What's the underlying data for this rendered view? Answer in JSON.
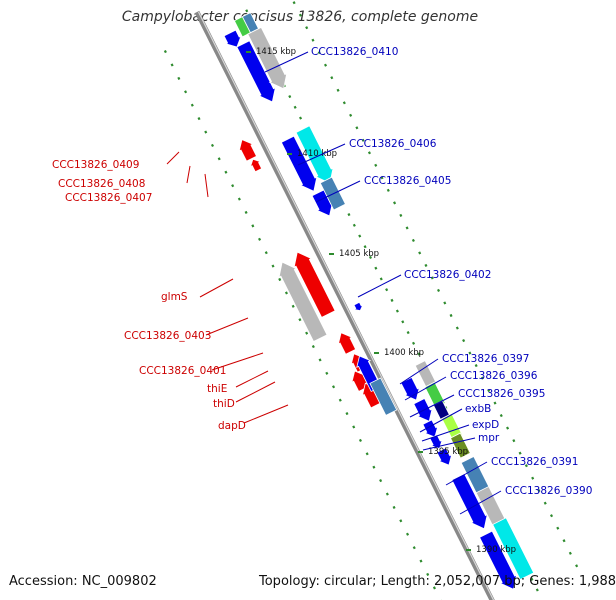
{
  "title": "Campylobacter concisus 13826, complete genome",
  "footer": {
    "accession": "Accession: NC_009802",
    "summary": "Topology: circular; Length: 2,052,007 bp; Genes: 1,988"
  },
  "ruler": [
    "1415 kbp",
    "1410 kbp",
    "1405 kbp",
    "1400 kbp",
    "1395 kbp",
    "1390 kbp"
  ],
  "labels_left": [
    "CCC13826_0409",
    "CCC13826_0408",
    "CCC13826_0407",
    "glmS",
    "CCC13826_0403",
    "CCC13826_0401",
    "thiE",
    "thiD",
    "dapD"
  ],
  "labels_right": [
    "CCC13826_0410",
    "CCC13826_0406",
    "CCC13826_0405",
    "CCC13826_0402",
    "CCC13826_0397",
    "CCC13826_0396",
    "CCC13826_0395",
    "exbB",
    "expD",
    "mpr",
    "CCC13826_0391",
    "CCC13826_0390"
  ],
  "colors": {
    "backbone": "#888888",
    "tick": "#2e8b2e",
    "forward": "#0000ee",
    "reverse": "#ee0000",
    "label_left": "#cc0000",
    "label_right": "#0000bb",
    "cds_gray": "#b8b8b8",
    "cds_cyan": "#00e8e8",
    "cds_steel": "#4682b4",
    "cds_green": "#44cc44",
    "cds_navy": "#000080",
    "cds_lime": "#aaff44",
    "cds_olive": "#6b8e23"
  }
}
